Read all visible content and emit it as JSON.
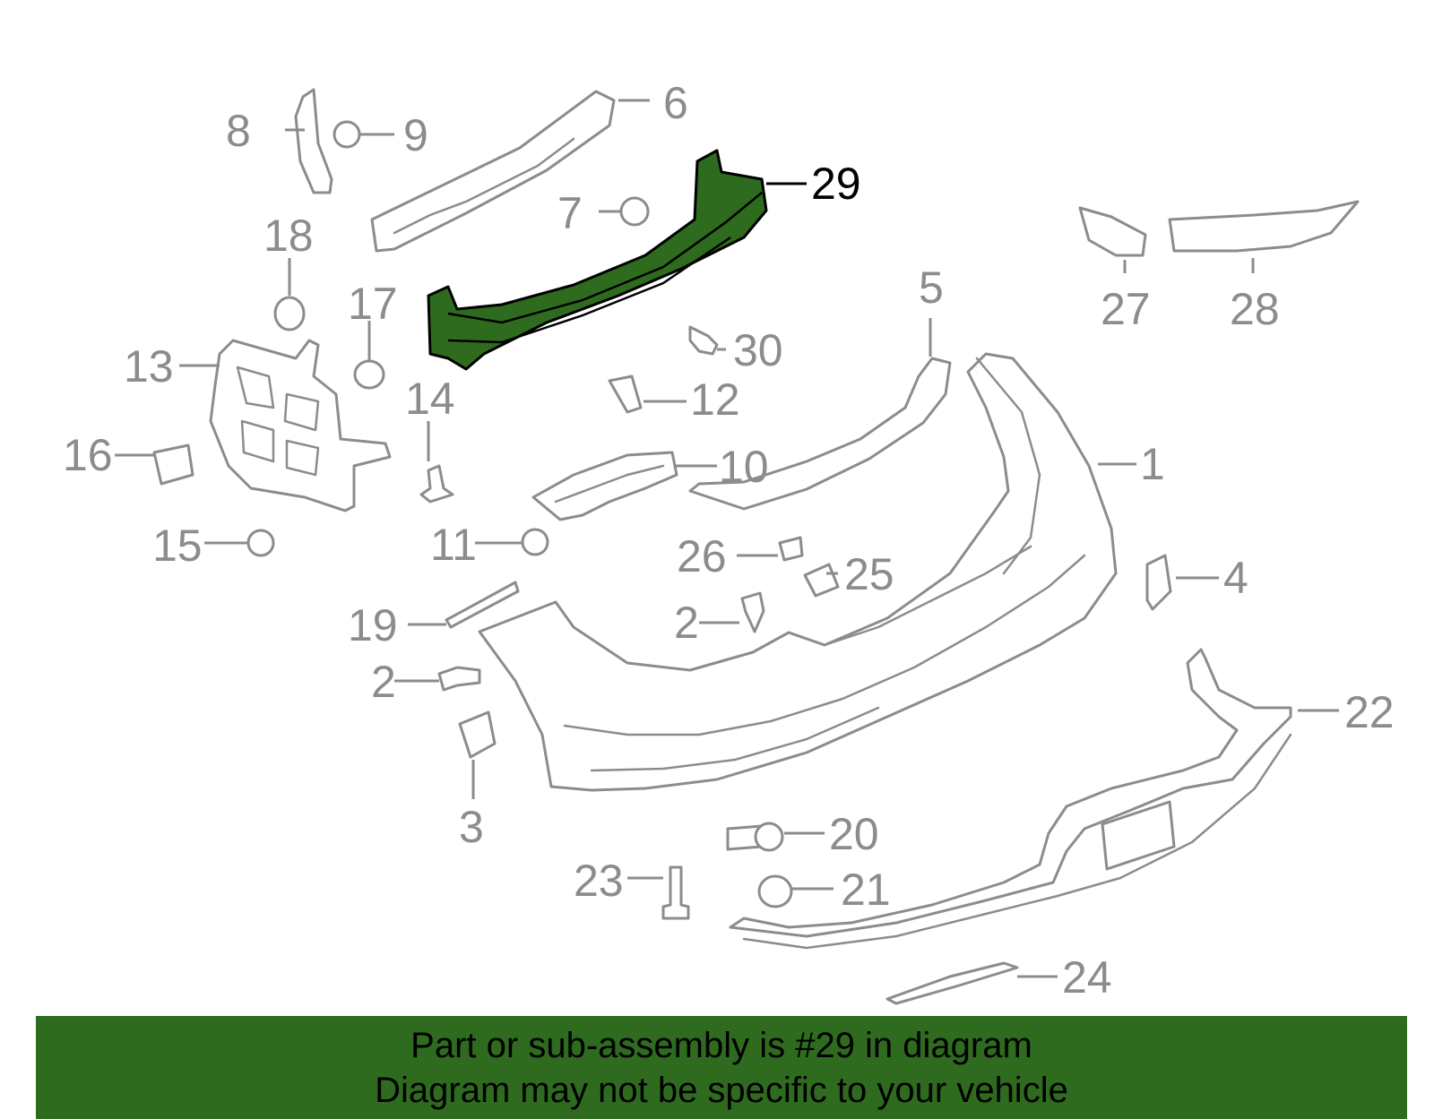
{
  "diagram": {
    "highlighted_part": "29",
    "highlight_color": "#2e6b1f",
    "callouts": {
      "c1": "1",
      "c2a": "2",
      "c2b": "2",
      "c3": "3",
      "c4": "4",
      "c5": "5",
      "c6": "6",
      "c7": "7",
      "c8": "8",
      "c9": "9",
      "c10": "10",
      "c11": "11",
      "c12": "12",
      "c13": "13",
      "c14": "14",
      "c15": "15",
      "c16": "16",
      "c17": "17",
      "c18": "18",
      "c19": "19",
      "c20": "20",
      "c21": "21",
      "c22": "22",
      "c23": "23",
      "c24": "24",
      "c25": "25",
      "c26": "26",
      "c27": "27",
      "c28": "28",
      "c29": "29",
      "c30": "30"
    }
  },
  "banner": {
    "line1": "Part or sub-assembly is #29 in diagram",
    "line2": "Diagram may not be specific to your vehicle",
    "background": "#2e6b1f"
  }
}
